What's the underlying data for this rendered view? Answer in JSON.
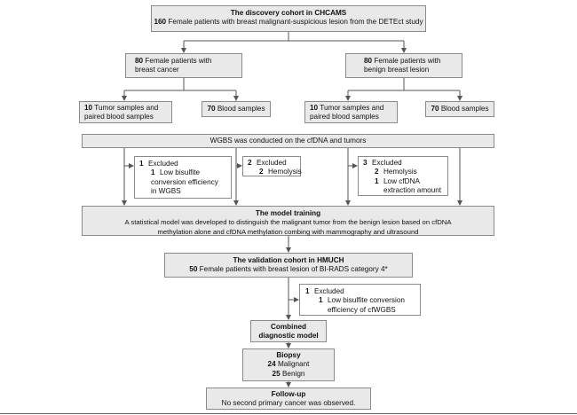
{
  "discovery": {
    "title": "The discovery cohort in CHCAMS",
    "count": "160",
    "desc": "Female patients with breast malignant-suspicious lesion from the DETEct study"
  },
  "cancer_group": {
    "count": "80",
    "line1": "Female patients with",
    "line2": "breast cancer"
  },
  "benign_group": {
    "count": "80",
    "line1": "Female patients with",
    "line2": "benign breast lesion"
  },
  "tumor_left": {
    "count": "10",
    "line1": "Tumor samples and",
    "line2": "paired blood samples"
  },
  "blood_left": {
    "count": "70",
    "label": "Blood samples"
  },
  "tumor_right": {
    "count": "10",
    "line1": "Tumor samples and",
    "line2": "paired blood samples"
  },
  "blood_right": {
    "count": "70",
    "label": "Blood samples"
  },
  "wgbs": {
    "text": "WGBS was conducted on the cfDNA and tumors"
  },
  "excl1": {
    "total": "1",
    "total_label": "Excluded",
    "item1_n": "1",
    "item1_l1": "Low bisulfite",
    "item1_l2": "conversion efficiency",
    "item1_l3": "in WGBS"
  },
  "excl2": {
    "total": "2",
    "total_label": "Excluded",
    "item1_n": "2",
    "item1_l1": "Hemolysis"
  },
  "excl3": {
    "total": "3",
    "total_label": "Excluded",
    "item1_n": "2",
    "item1_l1": "Hemolysis",
    "item2_n": "1",
    "item2_l1": "Low cfDNA",
    "item2_l2": "extraction amount"
  },
  "training": {
    "title": "The model training",
    "line1": "A statistical model was developed to distinguish the malignant tumor from the benign lesion based on cfDNA",
    "line2": "methylation alone and cfDNA methylation combing with mammography and ultrasound"
  },
  "validation": {
    "title": "The validation cohort in HMUCH",
    "count": "50",
    "desc": "Female patients with breast lesion of BI-RADS category 4*"
  },
  "excl4": {
    "total": "1",
    "total_label": "Excluded",
    "item1_n": "1",
    "item1_l1": "Low bisulfite conversion",
    "item1_l2": "efficiency of cfWGBS"
  },
  "combined": {
    "line1": "Combined",
    "line2": "diagnostic model"
  },
  "biopsy": {
    "title": "Biopsy",
    "malignant_n": "24",
    "malignant_l": "Malignant",
    "benign_n": "25",
    "benign_l": "Benign"
  },
  "followup": {
    "title": "Follow-up",
    "text": "No second primary cancer was observed."
  },
  "colors": {
    "box_fill": "#e9e9e9",
    "box_border": "#8a8a8a",
    "line": "#555555"
  }
}
